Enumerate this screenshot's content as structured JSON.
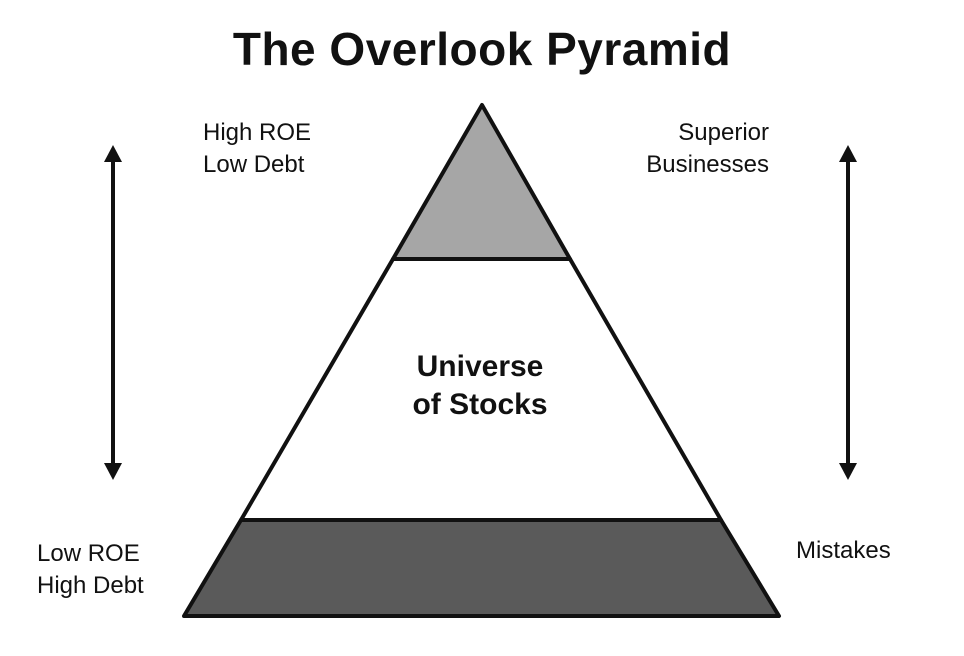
{
  "diagram": {
    "title": "The Overlook Pyramid",
    "top_left_label": [
      "High ROE",
      "Low Debt"
    ],
    "top_right_label": [
      "Superior",
      "Businesses"
    ],
    "center_label": [
      "Universe",
      "of Stocks"
    ],
    "bottom_left_label": [
      "Low ROE",
      "High Debt"
    ],
    "bottom_right_label": "Mistakes",
    "colors": {
      "top_tier": "#a6a6a6",
      "middle_tier": "#ffffff",
      "bottom_tier": "#5a5a5a",
      "outline": "#111111"
    },
    "arrow_icons": [
      "double-headed-arrow-vertical",
      "double-headed-arrow-vertical"
    ]
  }
}
